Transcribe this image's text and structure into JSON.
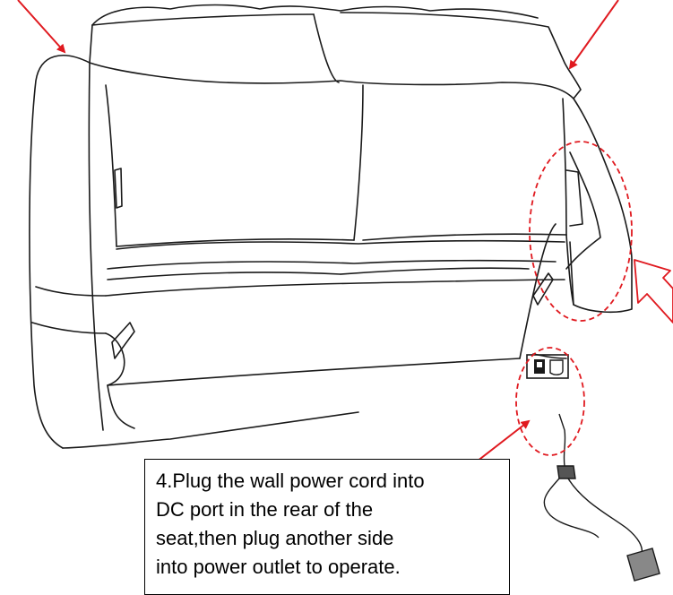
{
  "diagram": {
    "caption": "4.Plug the wall power cord into\nDC  port in the rear of the\nseat,then plug another side\ninto power outlet to operate.",
    "colors": {
      "line": "#1a1a1a",
      "arrow": "#e0191f",
      "highlight": "#e0191f",
      "background": "#ffffff"
    },
    "icons": [
      "sofa-back-drawing",
      "power-switch-icon",
      "dc-port-icon",
      "power-cord-adapter"
    ]
  }
}
